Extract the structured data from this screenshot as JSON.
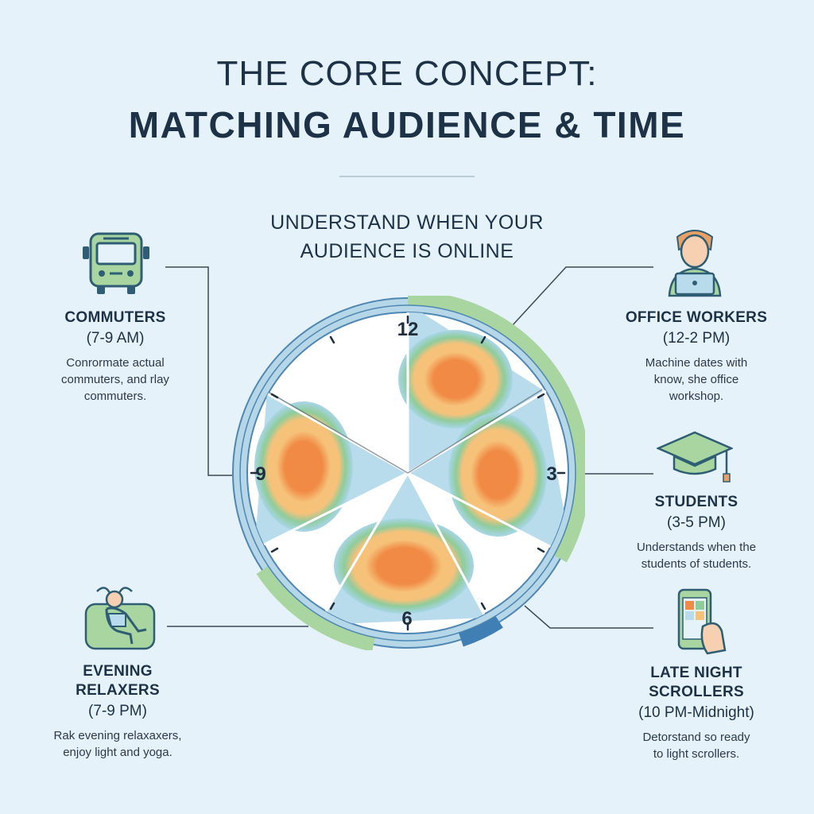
{
  "header": {
    "title_line1": "THE CORE CONCEPT:",
    "title_line2": "MATCHING AUDIENCE & TIME",
    "subtitle_line1": "UNDERSTAND WHEN YOUR",
    "subtitle_line2": "AUDIENCE IS ONLINE"
  },
  "clock": {
    "labels": {
      "twelve": "12",
      "three": "3",
      "six": "6",
      "nine": "9"
    }
  },
  "segments": {
    "commuters": {
      "name": "COMMUTERS",
      "time": "(7-9 AM)",
      "desc1": "Conrormate actual",
      "desc2": "commuters, and rlay",
      "desc3": "commuters.",
      "icon": "bus-icon"
    },
    "office": {
      "name": "OFFICE WORKERS",
      "time": "(12-2 PM)",
      "desc1": "Machine dates with",
      "desc2": "know, she office",
      "desc3": "workshop.",
      "icon": "office-worker-laptop-icon"
    },
    "students": {
      "name": "STUDENTS",
      "time": "(3-5 PM)",
      "desc1": "Understands when the",
      "desc2": "students of students.",
      "icon": "graduation-cap-icon"
    },
    "evening": {
      "name1": "EVENING",
      "name2": "RELAXERS",
      "time": "(7-9 PM)",
      "desc1": "Rak evening relaxaxers,",
      "desc2": "enjoy light and yoga.",
      "icon": "relaxing-person-icon"
    },
    "latenight": {
      "name1": "LATE NIGHT",
      "name2": "SCROLLERS",
      "time": "(10 PM-Midnight)",
      "desc1": "Detorstand so ready",
      "desc2": "to light scrollers.",
      "icon": "smartphone-hand-icon"
    }
  },
  "colors": {
    "background": "#e6f2f9",
    "heat_outer": "#8fcc9b",
    "heat_mid": "#f6c27a",
    "heat_core": "#f08a45",
    "rim_blue": "#a9cfe3",
    "rim_green": "#a8d5a0",
    "rim_dark_blue": "#3f7fb3"
  }
}
